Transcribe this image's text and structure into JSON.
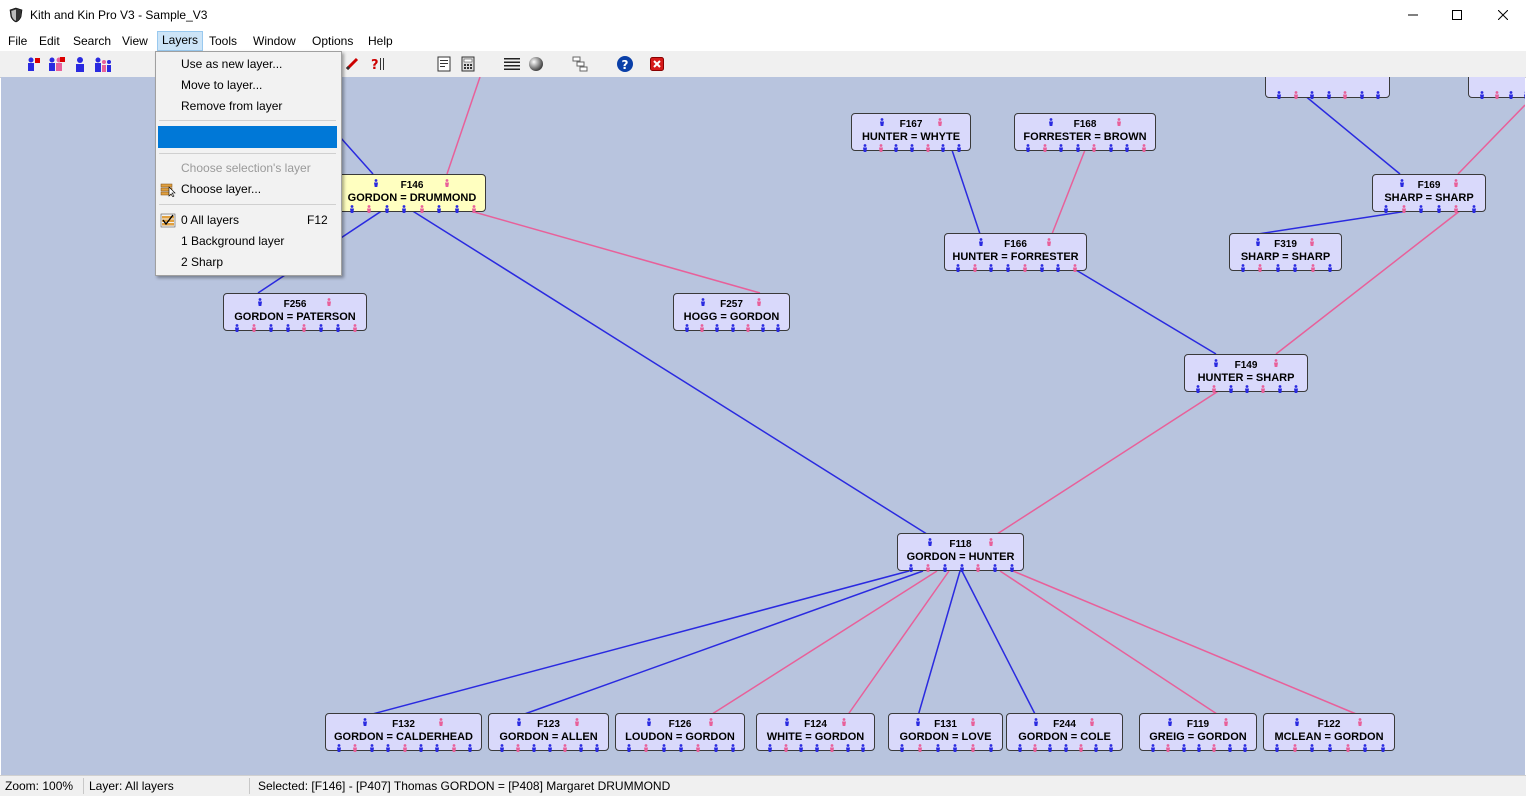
{
  "window": {
    "title": "Kith and Kin Pro V3 - Sample_V3"
  },
  "menubar": [
    "File",
    "Edit",
    "Search",
    "View",
    "Layers",
    "Tools",
    "Window",
    "Options",
    "Help"
  ],
  "layers_menu": {
    "use_as_new_layer": "Use as new layer...",
    "move_to_layer": "Move to layer...",
    "remove_from_layer": "Remove from layer",
    "choose_selection_layer": "Choose selection's layer",
    "choose_layer": "Choose layer...",
    "all_layers": "0 All layers",
    "all_layers_shortcut": "F12",
    "background_layer": "1 Background layer",
    "sharp_layer": "2 Sharp"
  },
  "families": [
    {
      "id": "F146",
      "names": "GORDON = DRUMMOND"
    },
    {
      "id": "F256",
      "names": "GORDON = PATERSON"
    },
    {
      "id": "F257",
      "names": "HOGG = GORDON"
    },
    {
      "id": "F167",
      "names": "HUNTER = WHYTE"
    },
    {
      "id": "F168",
      "names": "FORRESTER = BROWN"
    },
    {
      "id": "F166",
      "names": "HUNTER = FORRESTER"
    },
    {
      "id": "F169",
      "names": "SHARP = SHARP"
    },
    {
      "id": "F319",
      "names": "SHARP = SHARP"
    },
    {
      "id": "F149",
      "names": "HUNTER = SHARP"
    },
    {
      "id": "F118",
      "names": "GORDON = HUNTER"
    },
    {
      "id": "F132",
      "names": "GORDON = CALDERHEAD"
    },
    {
      "id": "F123",
      "names": "GORDON = ALLEN"
    },
    {
      "id": "F126",
      "names": "LOUDON = GORDON"
    },
    {
      "id": "F124",
      "names": "WHITE = GORDON"
    },
    {
      "id": "F131",
      "names": "GORDON = LOVE"
    },
    {
      "id": "F244",
      "names": "GORDON = COLE"
    },
    {
      "id": "F119",
      "names": "GREIG = GORDON"
    },
    {
      "id": "F122",
      "names": "MCLEAN = GORDON"
    }
  ],
  "status": {
    "zoom": "Zoom: 100%",
    "layer": "Layer: All layers",
    "selected": "Selected: [F146] - [P407] Thomas GORDON = [P408] Margaret DRUMMOND"
  },
  "colors": {
    "male_line": "#2a2ae0",
    "female_line": "#e8609a",
    "canvas": "#b8c4de",
    "box": "#d9d9fb",
    "selected_box": "#ffffc0",
    "highlight": "#0078d7"
  }
}
